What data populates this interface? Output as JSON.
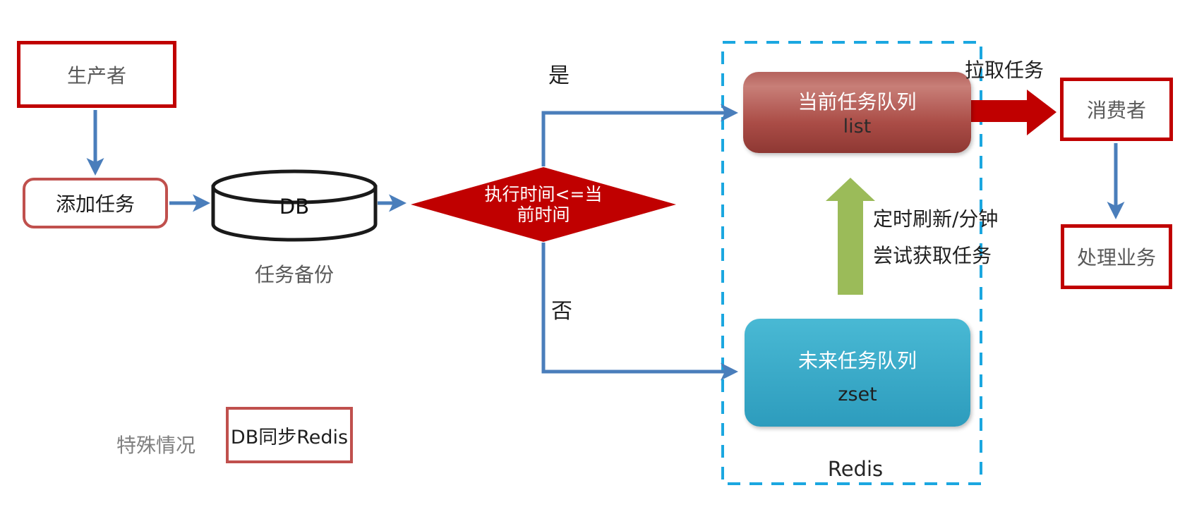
{
  "flowchart": {
    "producer": {
      "label": "生产者"
    },
    "add_task": {
      "label": "添加任务"
    },
    "db": {
      "label": "DB",
      "caption": "任务备份"
    },
    "decision": {
      "text_line1": "执行时间<=当",
      "text_line2": "前时间",
      "yes_label": "是",
      "no_label": "否"
    },
    "current_queue": {
      "title": "当前任务队列",
      "subtitle": "list"
    },
    "future_queue": {
      "title": "未来任务队列",
      "subtitle": "zset"
    },
    "redis_container": {
      "label": "Redis"
    },
    "pull_task_label": "拉取任务",
    "consumer": {
      "label": "消费者"
    },
    "process_business": {
      "label": "处理业务"
    },
    "refresh_note": {
      "line1": "定时刷新/分钟",
      "line2": "尝试获取任务"
    },
    "special_case": {
      "label": "特殊情况",
      "box_label": "DB同步Redis"
    }
  },
  "colors": {
    "strong_red": "#C00000",
    "soft_red": "#C0504D",
    "connector_blue": "#4A7EBB",
    "redis_dash_cyan": "#1BA7E0",
    "refresh_green": "#9BBB59",
    "gray_text": "#595959",
    "dark_text": "#1F1F1F",
    "current_queue_gradient_top": "#C87F78",
    "current_queue_gradient_bottom": "#8E3833",
    "future_queue_gradient_top": "#49B9D4",
    "future_queue_gradient_bottom": "#2D9CBD"
  }
}
